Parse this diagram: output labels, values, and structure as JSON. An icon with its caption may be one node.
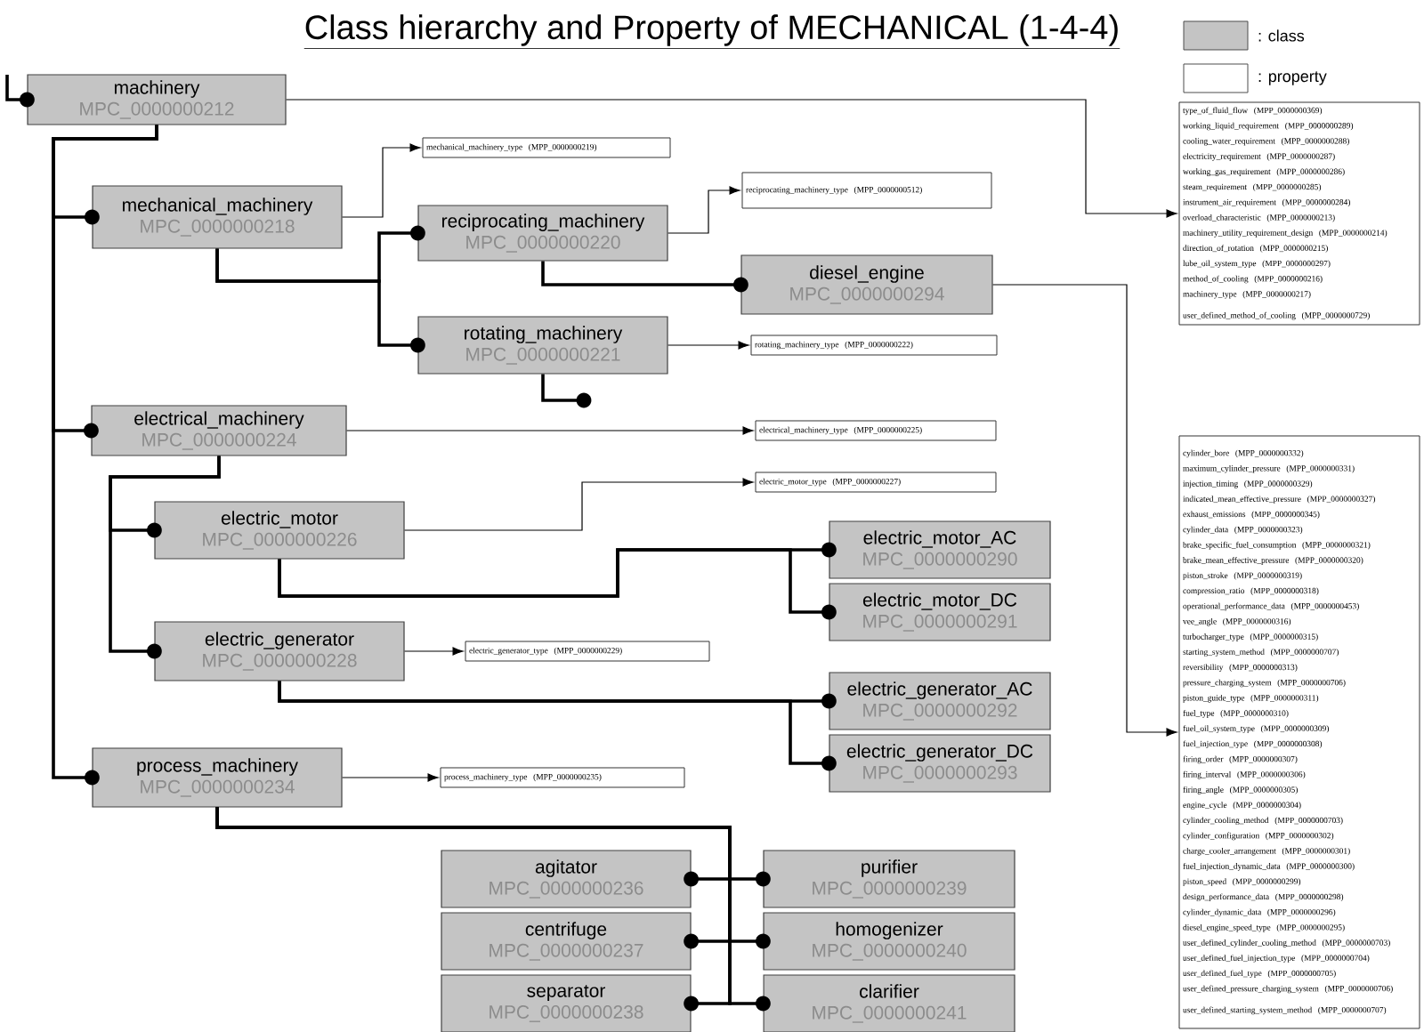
{
  "diagram": {
    "title": "Class hierarchy and Property of MECHANICAL (1-4-4)",
    "nodes": [
      {
        "text": [
          "machinery",
          "MPC_0000000212"
        ]
      },
      {
        "text": [
          "mechanical_machinery",
          "MPC_0000000218"
        ]
      },
      {
        "text": [
          "mechanical_machinery_type (MPP_0000000219)"
        ]
      },
      {
        "text": [
          "reciprocating_machinery",
          "MPC_0000000220"
        ]
      },
      {
        "text": [
          "reciprocating_machinery_type (MPP_0000000512)"
        ]
      },
      {
        "text": [
          "diesel_engine",
          "MPC_0000000294"
        ]
      },
      {
        "text": [
          "rotating_machinery",
          "MPC_0000000221"
        ]
      },
      {
        "text": [
          "rotating_machinery_type (MPP_0000000222)"
        ]
      },
      {
        "text": [
          "type_of_fluid_flow (MPP_0000000369)",
          "working_liquid_requirement (MPP_0000000289)",
          "cooling_water_requirement (MPP_0000000288)",
          "electricity_requirement (MPP_0000000287)",
          "working_gas_requirement (MPP_0000000286)",
          "steam_requirement (MPP_0000000285)",
          "instrument_air_requirement (MPP_0000000284)",
          "overload_characteristic (MPP_0000000213)",
          "machinery_utility_requirement_design (MPP_0000000214)",
          "direction_of_rotation (MPP_0000000215)",
          "lube_oil_system_type (MPP_0000000297)",
          "method_of_cooling (MPP_0000000216)",
          "machinery_type (MPP_0000000217)",
          "user_defined_method_of_cooling (MPP_0000000729)"
        ]
      },
      {
        "text": [
          "electrical_machinery",
          "MPC_0000000224"
        ]
      },
      {
        "text": [
          "electrical_machinery_type (MPP_0000000225)"
        ]
      },
      {
        "text": [
          "electric_motor",
          "MPC_0000000226"
        ]
      },
      {
        "text": [
          "electric_motor_type (MPP_0000000227)"
        ]
      },
      {
        "text": [
          "electric_motor_AC",
          "MPC_0000000290"
        ]
      },
      {
        "text": [
          "electric_motor_DC",
          "MPC_0000000291"
        ]
      },
      {
        "text": [
          "electric_generator",
          "MPC_0000000228"
        ]
      },
      {
        "text": [
          "electric_generator_type (MPP_0000000229)"
        ]
      },
      {
        "text": [
          "electric_generator_AC",
          "MPC_0000000292"
        ]
      },
      {
        "text": [
          "electric_generator_DC",
          "MPC_0000000293"
        ]
      },
      {
        "text": [
          "process_machinery",
          "MPC_0000000234"
        ]
      },
      {
        "text": [
          "process_machinery_type (MPP_0000000235)"
        ]
      },
      {
        "text": [
          "cylinder_bore (MPP_0000000332)",
          "maximum_cylinder_pressure (MPP_0000000331)",
          "injection_timing (MPP_0000000329)",
          "indicated_mean_effective_pressure (MPP_0000000327)",
          "exhaust_emissions (MPP_0000000345)",
          "cylinder_data (MPP_0000000323)",
          "brake_specific_fuel_consumption (MPP_0000000321)",
          "brake_mean_effective_pressure (MPP_0000000320)",
          "piston_stroke (MPP_0000000319)",
          "compression_ratio (MPP_0000000318)",
          "operational_performance_data (MPP_0000000453)",
          "vee_angle (MPP_0000000316)",
          "turbocharger_type (MPP_0000000315)",
          "starting_system_method (MPP_0000000707)",
          "reversibility (MPP_0000000313)",
          "pressure_charging_system (MPP_0000000706)",
          "piston_guide_type (MPP_0000000311)",
          "fuel_type (MPP_0000000310)",
          "fuel_oil_system_type (MPP_0000000309)",
          "fuel_injection_type (MPP_0000000308)",
          "firing_order (MPP_0000000307)",
          "firing_interval (MPP_0000000306)",
          "firing_angle (MPP_0000000305)",
          "engine_cycle (MPP_0000000304)",
          "cylinder_cooling_method (MPP_0000000703)",
          "cylinder_configuration (MPP_0000000302)",
          "charge_cooler_arrangement (MPP_0000000301)",
          "fuel_injection_dynamic_data (MPP_0000000300)",
          "piston_speed (MPP_0000000299)",
          "design_performance_data (MPP_0000000298)",
          "cylinder_dynamic_data (MPP_0000000296)",
          "diesel_engine_speed_type (MPP_0000000295)",
          "user_defined_cylinder_cooling_method (MPP_0000000703)",
          "user_defined_fuel_injection_type (MPP_0000000704)",
          "user_defined_fuel_type (MPP_0000000705)",
          "user_defined_pressure_charging_system (MPP_0000000706)",
          "user_defined_starting_system_method (MPP_0000000707)"
        ]
      },
      {
        "text": [
          "agitator",
          "MPC_0000000236"
        ]
      },
      {
        "text": [
          "centrifuge",
          "MPC_0000000237"
        ]
      },
      {
        "text": [
          "separator",
          "MPC_0000000238"
        ]
      },
      {
        "text": [
          "purifier",
          "MPC_0000000239"
        ]
      },
      {
        "text": [
          "homogenizer",
          "MPC_0000000240"
        ]
      },
      {
        "text": [
          "clarifier",
          "MPC_0000000241"
        ]
      }
    ],
    "edges": [
      {
        "from": null,
        "to": 0,
        "arrow": "other"
      },
      {
        "from": 0,
        "to": 1,
        "arrow": "other"
      },
      {
        "from": 0,
        "to": 9,
        "arrow": "other"
      },
      {
        "from": 0,
        "to": 19,
        "arrow": "other"
      },
      {
        "from": 1,
        "to": 3,
        "arrow": "other"
      },
      {
        "from": 1,
        "to": 6,
        "arrow": "other"
      },
      {
        "from": 3,
        "to": 5,
        "arrow": "other"
      },
      {
        "from": 6,
        "to": null,
        "arrow": "other"
      },
      {
        "from": 9,
        "to": 11,
        "arrow": "other"
      },
      {
        "from": 9,
        "to": 15,
        "arrow": "other"
      },
      {
        "from": 11,
        "to": 13,
        "arrow": "other"
      },
      {
        "from": 11,
        "to": 14,
        "arrow": "other"
      },
      {
        "from": 15,
        "to": 17,
        "arrow": "other"
      },
      {
        "from": 15,
        "to": 18,
        "arrow": "other"
      },
      {
        "from": 19,
        "to": 22,
        "arrow": "other"
      },
      {
        "from": 19,
        "to": 23,
        "arrow": "other"
      },
      {
        "from": 19,
        "to": 24,
        "arrow": "other"
      },
      {
        "from": 19,
        "to": 25,
        "arrow": "other"
      },
      {
        "from": 19,
        "to": 26,
        "arrow": "other"
      },
      {
        "from": 19,
        "to": 27,
        "arrow": "other"
      },
      {
        "from": 0,
        "to": 8,
        "arrow": "to"
      },
      {
        "from": 1,
        "to": 2,
        "arrow": "to"
      },
      {
        "from": 3,
        "to": 4,
        "arrow": "to"
      },
      {
        "from": 6,
        "to": 7,
        "arrow": "to"
      },
      {
        "from": 9,
        "to": 10,
        "arrow": "to"
      },
      {
        "from": 11,
        "to": 12,
        "arrow": "to"
      },
      {
        "from": 15,
        "to": 16,
        "arrow": "to"
      },
      {
        "from": 19,
        "to": 20,
        "arrow": "to"
      },
      {
        "from": 5,
        "to": 21,
        "arrow": "to"
      }
    ],
    "legend": [
      {
        "text": ": class",
        "color": "#c4c4c4"
      },
      {
        "text": ": property"
      }
    ]
  }
}
